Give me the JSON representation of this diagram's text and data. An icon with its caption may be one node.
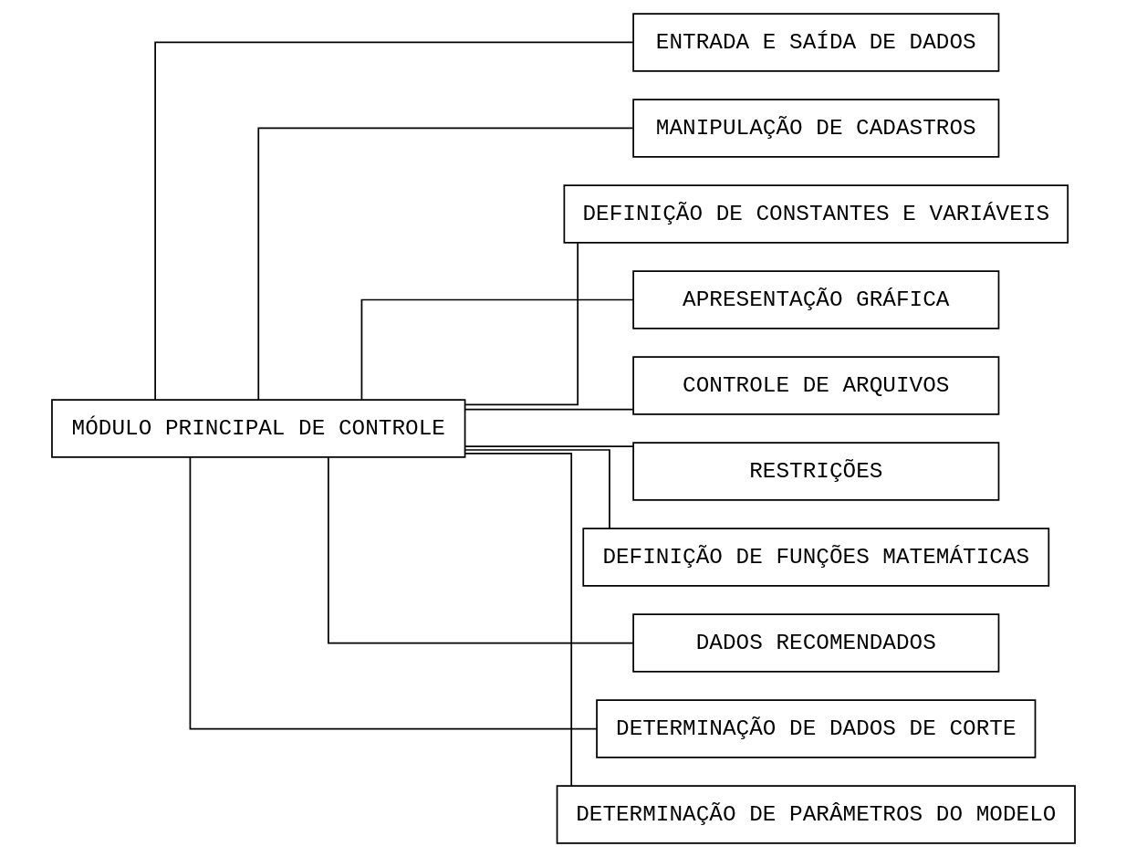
{
  "diagram": {
    "nodes": [
      {
        "text": [
          "MÓDULO PRINCIPAL DE CONTROLE"
        ]
      },
      {
        "text": [
          "ENTRADA E SAÍDA DE DADOS"
        ]
      },
      {
        "text": [
          "MANIPULAÇÃO DE CADASTROS"
        ]
      },
      {
        "text": [
          "DEFINIÇÃO DE CONSTANTES E VARIÁVEIS"
        ]
      },
      {
        "text": [
          "APRESENTAÇÃO GRÁFICA"
        ]
      },
      {
        "text": [
          "CONTROLE DE ARQUIVOS"
        ]
      },
      {
        "text": [
          "RESTRIÇÕES"
        ]
      },
      {
        "text": [
          "DEFINIÇÃO DE FUNÇÕES MATEMÁTICAS"
        ]
      },
      {
        "text": [
          "DADOS RECOMENDADOS"
        ]
      },
      {
        "text": [
          "DETERMINAÇÃO DE DADOS DE CORTE"
        ]
      },
      {
        "text": [
          "DETERMINAÇÃO DE PARÂMETROS DO MODELO"
        ]
      }
    ],
    "edges": [
      {
        "from": 0,
        "to": 1,
        "arrow": "none"
      },
      {
        "from": 0,
        "to": 2,
        "arrow": "none"
      },
      {
        "from": 0,
        "to": 3,
        "arrow": "none"
      },
      {
        "from": 0,
        "to": 4,
        "arrow": "none"
      },
      {
        "from": 0,
        "to": 5,
        "arrow": "none"
      },
      {
        "from": 0,
        "to": 6,
        "arrow": "none"
      },
      {
        "from": 0,
        "to": 7,
        "arrow": "none"
      },
      {
        "from": 0,
        "to": 8,
        "arrow": "none"
      },
      {
        "from": 0,
        "to": 9,
        "arrow": "none"
      },
      {
        "from": 0,
        "to": 10,
        "arrow": "none"
      }
    ]
  }
}
